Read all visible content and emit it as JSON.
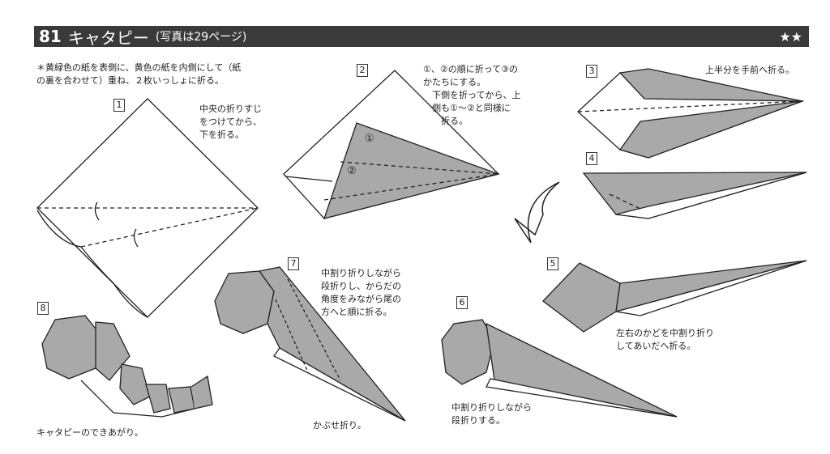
{
  "header": {
    "number": "81",
    "title": "キャタピー",
    "subtitle": "(写真は29ページ)",
    "difficulty": "★★"
  },
  "intro": "＊黄緑色の紙を表側に、黄色の紙を内側にして（紙\nの裏を合わせて）重ね、２枚いっしょに折る。",
  "steps": [
    {
      "num": "1",
      "text": "中央の折りすじ\nをつけてから、\n下を折る。"
    },
    {
      "num": "2",
      "text": "①、②の順に折って③の\nかたちにする。\n　下側を折ってから、上\n　側も①〜②と同様に\n　　折る。"
    },
    {
      "num": "3",
      "text": "上半分を手前へ折る。"
    },
    {
      "num": "4",
      "text": ""
    },
    {
      "num": "5",
      "text": "左右のかどを中割り折り\nしてあいだへ折る。"
    },
    {
      "num": "6",
      "text": "中割り折りしながら\n段折りする。"
    },
    {
      "num": "7",
      "text": "中割り折りしながら\n段折りし、からだの\n角度をみながら尾の\n方へと順に折る。"
    },
    {
      "num": "8",
      "text": "キャタピーのできあがり。"
    }
  ],
  "step7_note": "かぶせ折り。",
  "labels": {
    "circle1": "①",
    "circle2": "②"
  },
  "colors": {
    "paper": "#a9a9a9",
    "header": "#3a3a3a"
  }
}
